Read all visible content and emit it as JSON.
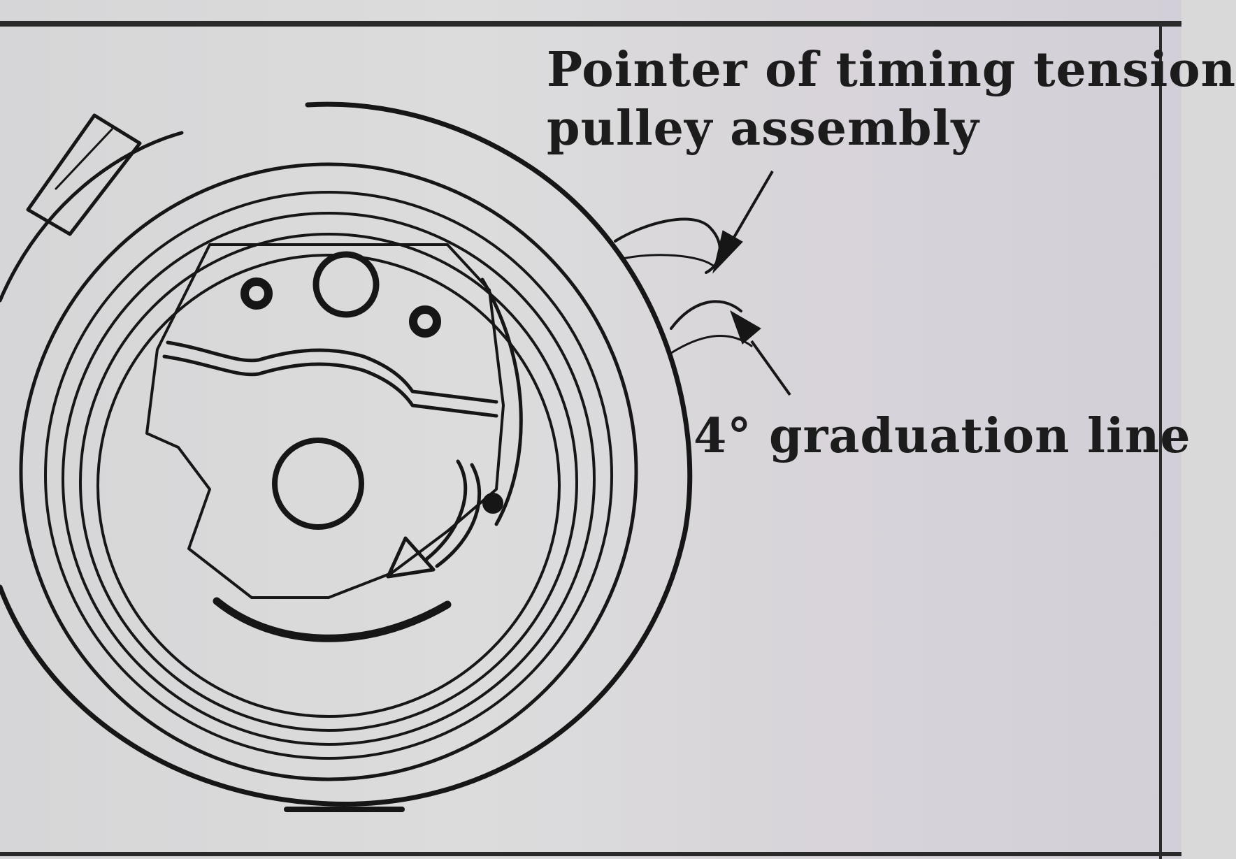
{
  "diagram": {
    "labels": {
      "pointer_line1": "Pointer of timing tension",
      "pointer_line2": "pulley assembly",
      "graduation": "4° graduation line"
    },
    "colors": {
      "ink": "#1c1c1c",
      "background": "#d9d9da"
    }
  }
}
